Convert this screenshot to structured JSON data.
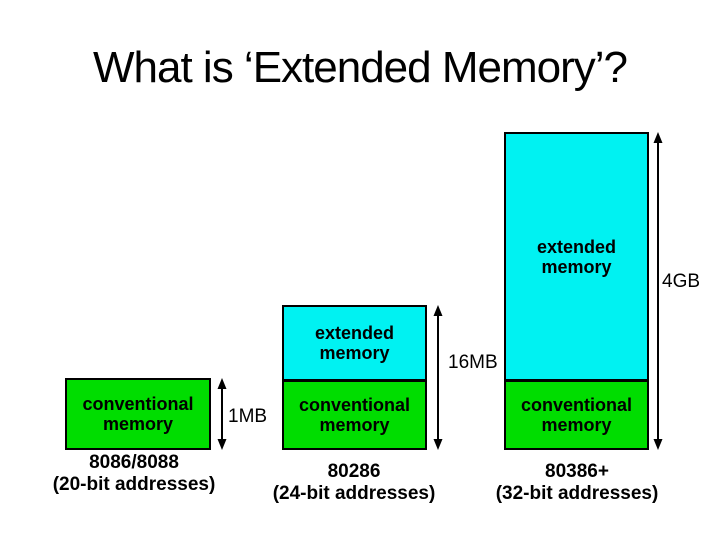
{
  "title": "What is ‘Extended Memory’?",
  "colors": {
    "conventional_green": "#00dd00",
    "extended_cyan": "#00f2f2",
    "border": "#000000",
    "text": "#000000",
    "background": "#ffffff"
  },
  "columns": [
    {
      "cpu": "8086/8088",
      "address_width": "(20-bit addresses)",
      "size_label": "1MB",
      "boxes": [
        {
          "type": "conventional",
          "label": "conventional\nmemory"
        }
      ]
    },
    {
      "cpu": "80286",
      "address_width": "(24-bit addresses)",
      "size_label": "16MB",
      "boxes": [
        {
          "type": "extended",
          "label": "extended\nmemory"
        },
        {
          "type": "conventional",
          "label": "conventional\nmemory"
        }
      ]
    },
    {
      "cpu": "80386+",
      "address_width": "(32-bit addresses)",
      "size_label": "4GB",
      "boxes": [
        {
          "type": "extended",
          "label": "extended\nmemory"
        },
        {
          "type": "conventional",
          "label": "conventional\nmemory"
        }
      ]
    }
  ]
}
